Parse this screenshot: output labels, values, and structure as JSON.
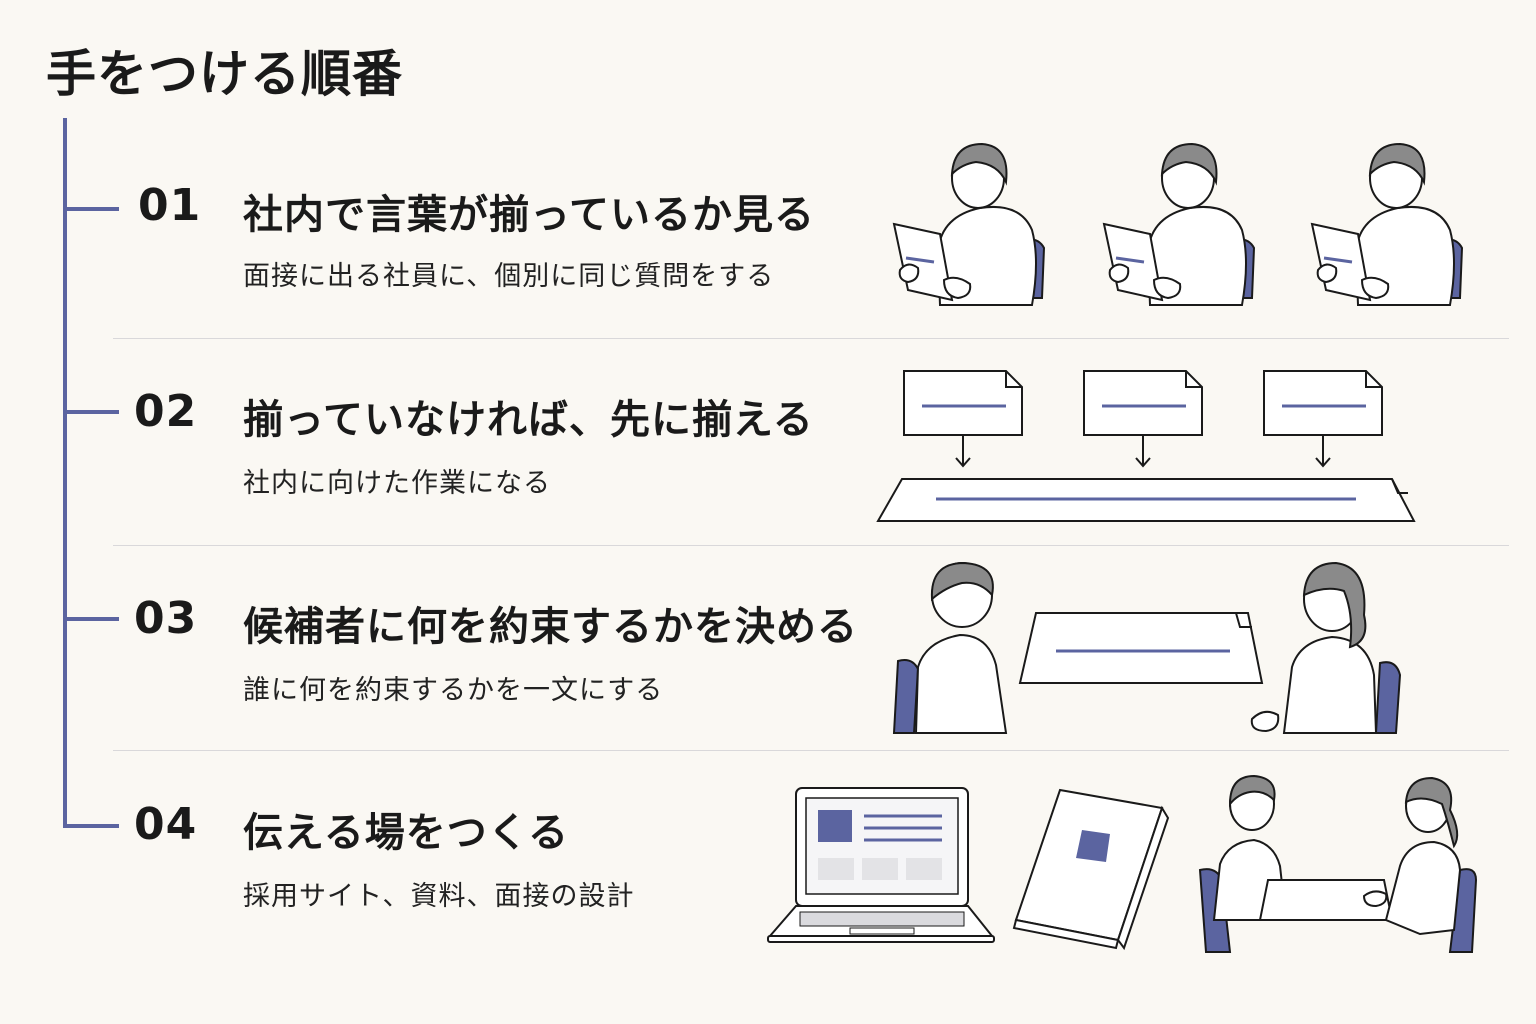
{
  "page": {
    "title": "手をつける順番"
  },
  "steps": [
    {
      "number": "01",
      "title": "社内で言葉が揃っているか見る",
      "description": "面接に出る社員に、個別に同じ質問をする"
    },
    {
      "number": "02",
      "title": "揃っていなければ、先に揃える",
      "description": "社内に向けた作業になる"
    },
    {
      "number": "03",
      "title": "候補者に何を約束するかを決める",
      "description": "誰に何を約束するかを一文にする"
    },
    {
      "number": "04",
      "title": "伝える場をつくる",
      "description": "採用サイト、資料、面接の設計"
    }
  ],
  "colors": {
    "accent": "#5b64a0",
    "background": "#faf8f3",
    "text": "#1a1a1a",
    "divider": "#d9d8da",
    "hair": "#8a8a8a"
  }
}
